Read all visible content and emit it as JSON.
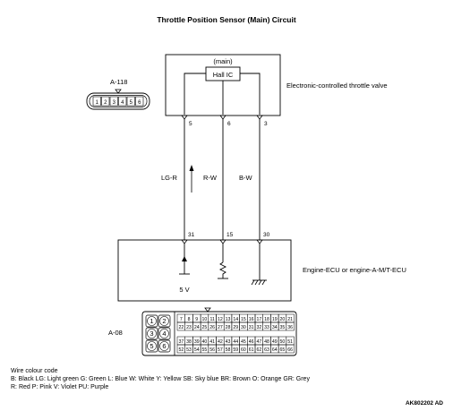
{
  "title": "Throttle Position Sensor (Main) Circuit",
  "throttle": {
    "sub_label": "(main)",
    "ic_label": "Hall IC",
    "name": "Electronic-controlled throttle valve"
  },
  "connector_a118": {
    "name": "A-118",
    "pins": [
      "1",
      "2",
      "3",
      "4",
      "5",
      "6"
    ]
  },
  "wires": [
    {
      "top_pin": "5",
      "color": "LG-R",
      "bottom_pin": "31"
    },
    {
      "top_pin": "6",
      "color": "R-W",
      "bottom_pin": "15"
    },
    {
      "top_pin": "3",
      "color": "B-W",
      "bottom_pin": "30"
    }
  ],
  "ecu": {
    "name": "Engine-ECU or engine-A-M/T-ECU",
    "supply": "5 V"
  },
  "connector_a08": {
    "name": "A-08",
    "left_pins": [
      "1",
      "2",
      "3",
      "4",
      "5",
      "6"
    ],
    "rows": [
      [
        "7",
        "8",
        "9",
        "10",
        "11",
        "12",
        "13",
        "14",
        "15",
        "16",
        "17",
        "18",
        "19",
        "20",
        "21"
      ],
      [
        "22",
        "23",
        "24",
        "25",
        "26",
        "27",
        "28",
        "29",
        "30",
        "31",
        "32",
        "33",
        "34",
        "35",
        "36"
      ],
      [
        "37",
        "38",
        "39",
        "40",
        "41",
        "42",
        "43",
        "44",
        "45",
        "46",
        "47",
        "48",
        "49",
        "50",
        "51"
      ],
      [
        "52",
        "53",
        "54",
        "55",
        "56",
        "57",
        "58",
        "59",
        "60",
        "61",
        "62",
        "63",
        "64",
        "65",
        "66"
      ]
    ]
  },
  "legend": {
    "heading": "Wire colour code",
    "line1": "B: Black  LG: Light green  G: Green  L: Blue  W: White  Y: Yellow  SB: Sky blue  BR: Brown  O: Orange  GR: Grey",
    "line2": "R: Red  P: Pink  V: Violet  PU: Purple"
  },
  "figure_code": "AK802202 AD"
}
